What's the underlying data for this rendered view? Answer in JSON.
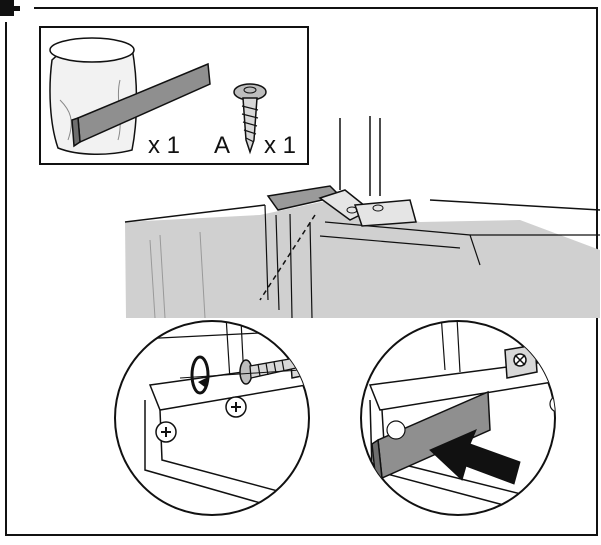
{
  "parts": {
    "bracket_qty": "x 1",
    "screw_letter": "A",
    "screw_qty": "x 1"
  },
  "colors": {
    "line": "#111111",
    "shadow_gray": "#cfcfcf",
    "part_gray": "#8f8f8f",
    "arrow": "#111111"
  }
}
